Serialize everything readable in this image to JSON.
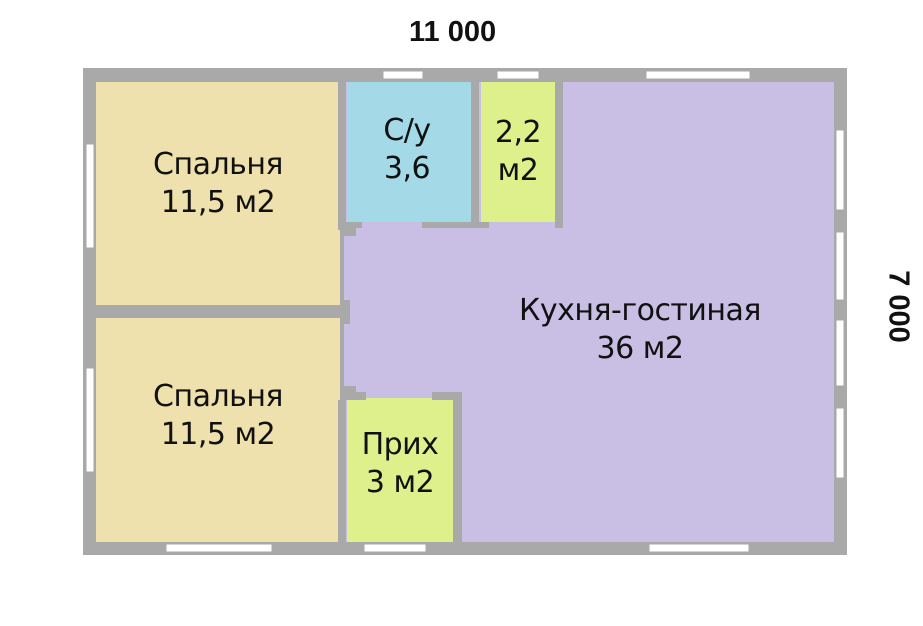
{
  "dimensions": {
    "width_label": "11 000",
    "height_label": "7 000"
  },
  "colors": {
    "wall": "#a9a9a9",
    "bedroom": "#efe1ad",
    "bathroom": "#a4d9e8",
    "closet": "#ddf08c",
    "living": "#c9bfe5",
    "window": "#ffffff"
  },
  "rooms": {
    "bedroom_top": {
      "name": "Спальня",
      "area": "11,5 м2"
    },
    "bedroom_bottom": {
      "name": "Спальня",
      "area": "11,5 м2"
    },
    "bathroom": {
      "name": "С/у",
      "area": "3,6"
    },
    "closet": {
      "name": "2,2",
      "area": "м2"
    },
    "hallway": {
      "name": "Прих",
      "area": "3 м2"
    },
    "living": {
      "name": "Кухня-гостиная",
      "area": "36 м2"
    }
  }
}
